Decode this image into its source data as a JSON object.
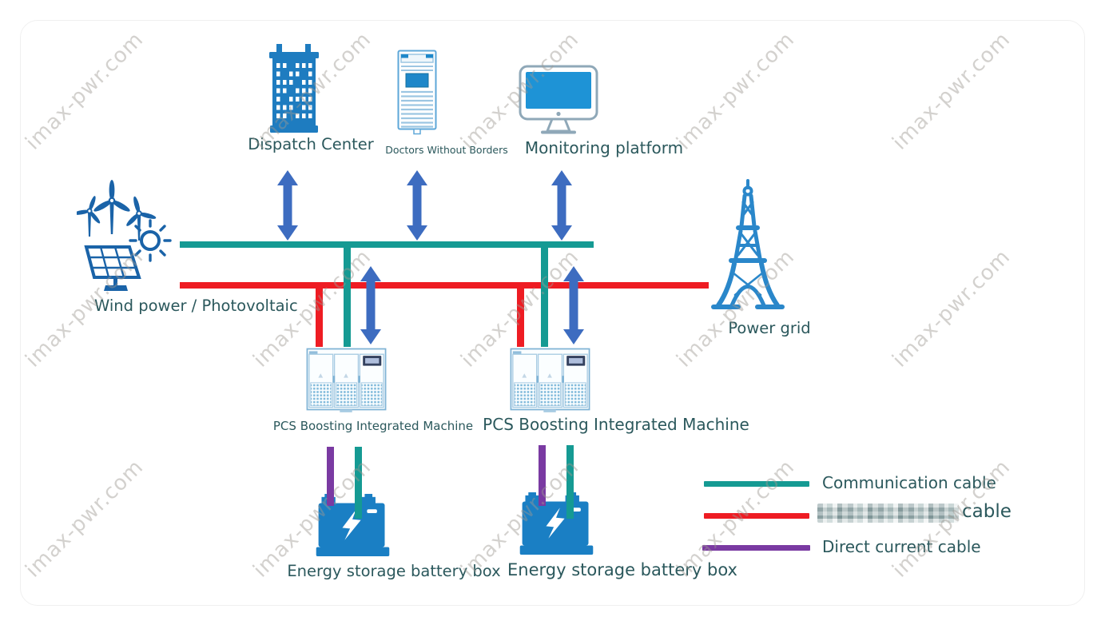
{
  "nodes": {
    "dispatch_center": {
      "label": "Dispatch Center"
    },
    "server_cabinet": {
      "label": "Doctors Without Borders"
    },
    "monitoring": {
      "label": "Monitoring platform"
    },
    "wind_pv": {
      "label": "Wind power / Photovoltaic"
    },
    "power_grid": {
      "label": "Power grid"
    },
    "pcs_left": {
      "label": "PCS Boosting Integrated Machine"
    },
    "pcs_right": {
      "label": "PCS Boosting Integrated Machine"
    },
    "battery_left": {
      "label": "Energy storage battery box"
    },
    "battery_right": {
      "label": "Energy storage battery box"
    }
  },
  "legend": {
    "items": [
      {
        "label": "Communication cable",
        "color": "#159a93",
        "censored_prefix": false
      },
      {
        "label": "cable",
        "color": "#ee1c23",
        "censored_prefix": true
      },
      {
        "label": "Direct current cable",
        "color": "#7a3aa2",
        "censored_prefix": false
      }
    ]
  },
  "watermark": {
    "text": "imax-pwr.com"
  },
  "colors": {
    "communication_cable": "#159a93",
    "power_cable": "#ee1c23",
    "direct_current_cable": "#7a3aa2",
    "flow_arrow": "#3d6cc0",
    "label_text": "#2b585c",
    "icon_blue": "#1e7cc0"
  }
}
